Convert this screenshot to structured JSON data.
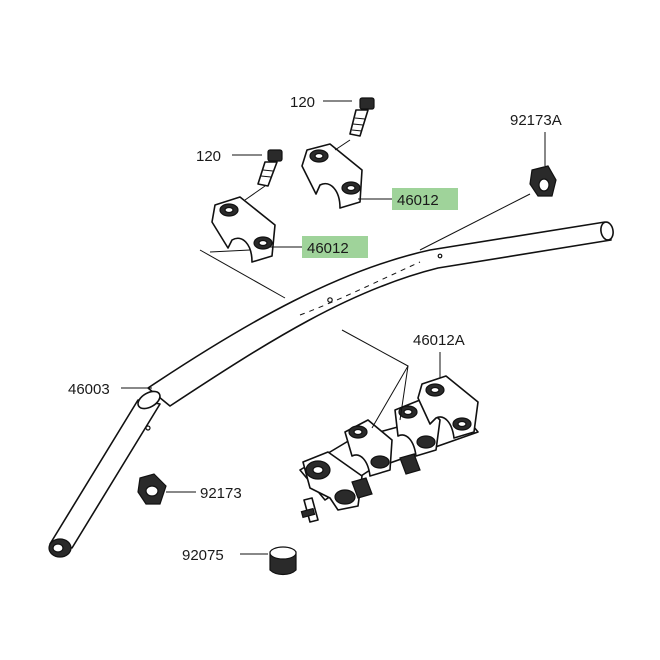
{
  "diagram": {
    "parts": [
      {
        "id": "bolt-top",
        "number": "120",
        "highlighted": false
      },
      {
        "id": "bolt-left",
        "number": "120",
        "highlighted": false
      },
      {
        "id": "holder-upper-right",
        "number": "46012",
        "highlighted": true
      },
      {
        "id": "holder-upper-left",
        "number": "46012",
        "highlighted": true
      },
      {
        "id": "clip-right",
        "number": "92173A",
        "highlighted": false
      },
      {
        "id": "holder-lower",
        "number": "46012A",
        "highlighted": false
      },
      {
        "id": "handlebar",
        "number": "46003",
        "highlighted": false
      },
      {
        "id": "clip-left",
        "number": "92173",
        "highlighted": false
      },
      {
        "id": "damper",
        "number": "92075",
        "highlighted": false
      }
    ],
    "highlight_color": "#9fd39a"
  }
}
